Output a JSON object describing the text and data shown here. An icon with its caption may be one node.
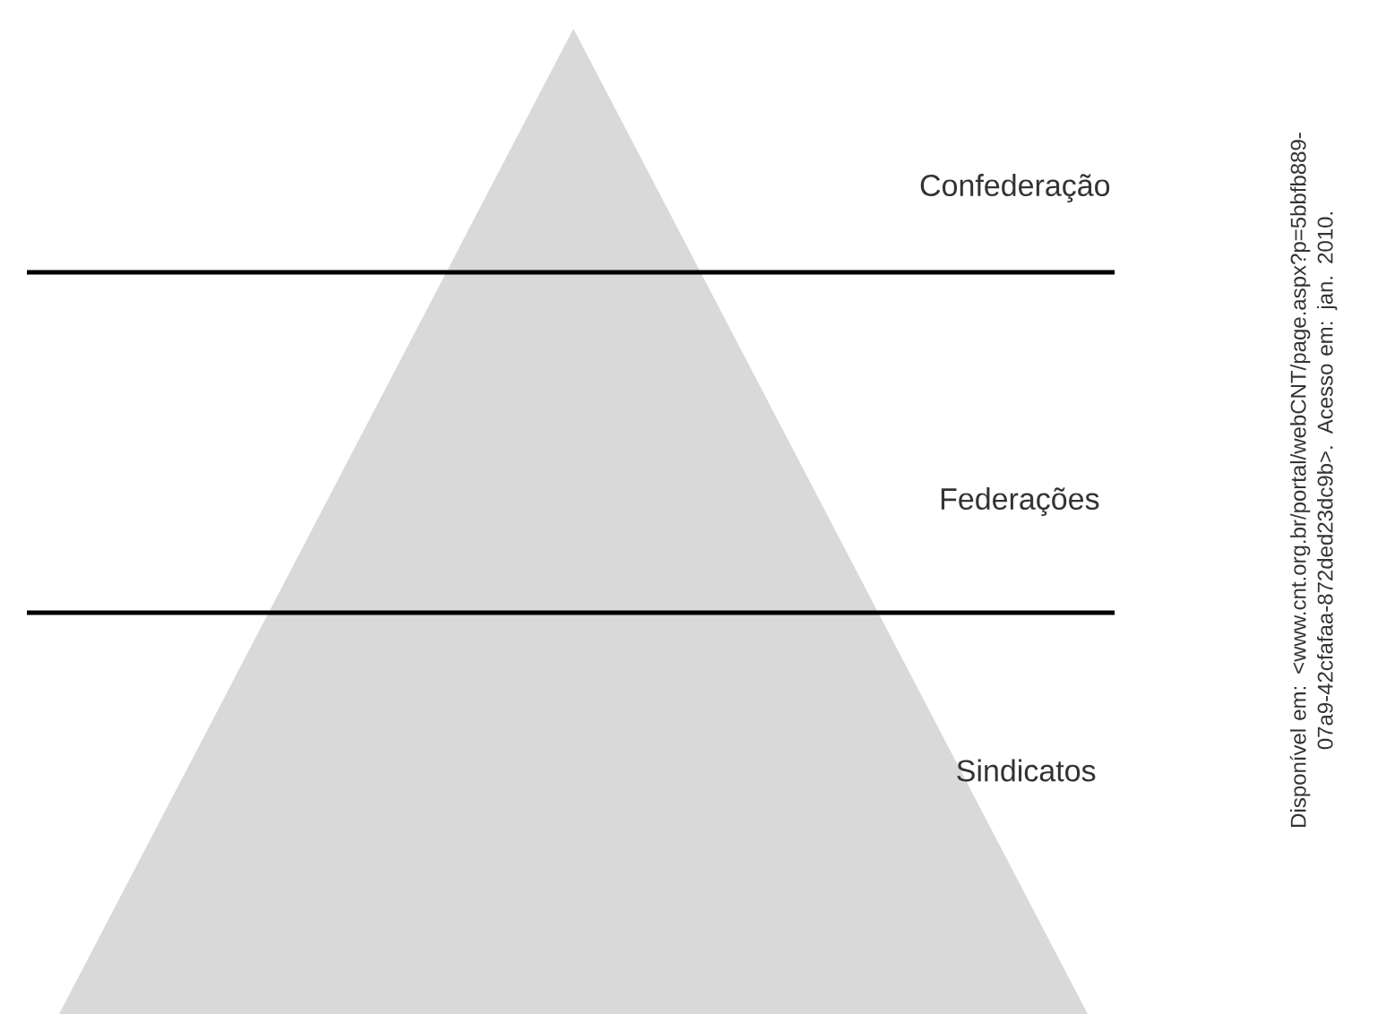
{
  "diagram": {
    "labels": [
      "Confederação",
      "Federações",
      "Sindicatos",
      "Disponível em: <www.cnt.org.br/portal/webCNT/page.aspx?p=5bbfb889-07a9-42cfafaa-872ded23dc9b>. Acesso em: jan. 2010."
    ]
  }
}
